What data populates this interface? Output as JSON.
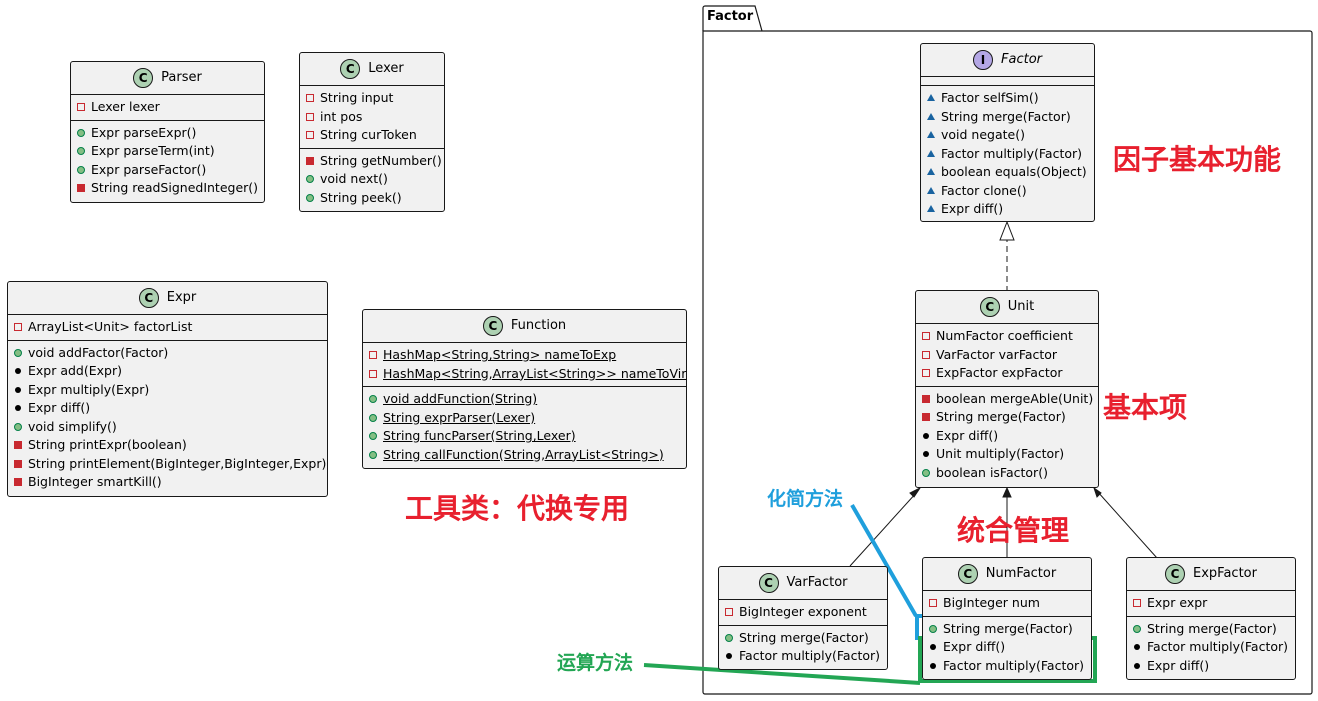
{
  "package": {
    "name": "Factor"
  },
  "classes": {
    "parser": {
      "name": "Parser",
      "fields": [
        "Lexer lexer"
      ],
      "methods": [
        "Expr parseExpr()",
        "Expr parseTerm(int)",
        "Expr parseFactor()",
        "String readSignedInteger()"
      ]
    },
    "lexer": {
      "name": "Lexer",
      "fields": [
        "String input",
        "int pos",
        "String curToken"
      ],
      "methods": [
        "String getNumber()",
        "void next()",
        "String peek()"
      ]
    },
    "expr": {
      "name": "Expr",
      "fields": [
        "ArrayList<Unit> factorList"
      ],
      "methods": [
        "void addFactor(Factor)",
        "Expr add(Expr)",
        "Expr multiply(Expr)",
        "Expr diff()",
        "void simplify()",
        "String printExpr(boolean)",
        "String printElement(BigInteger,BigInteger,Expr)",
        "BigInteger smartKill()"
      ]
    },
    "function": {
      "name": "Function",
      "fields": [
        "HashMap<String,String> nameToExp",
        "HashMap<String,ArrayList<String>> nameToVir"
      ],
      "methods": [
        "void addFunction(String)",
        "String exprParser(Lexer)",
        "String funcParser(String,Lexer)",
        "String callFunction(String,ArrayList<String>)"
      ]
    },
    "factor": {
      "name": "Factor",
      "methods": [
        "Factor selfSim()",
        "String merge(Factor)",
        "void negate()",
        "Factor multiply(Factor)",
        "boolean equals(Object)",
        "Factor clone()",
        "Expr diff()"
      ]
    },
    "unit": {
      "name": "Unit",
      "fields": [
        "NumFactor coefficient",
        "VarFactor varFactor",
        "ExpFactor expFactor"
      ],
      "methods": [
        "boolean mergeAble(Unit)",
        "String merge(Factor)",
        "Expr diff()",
        "Unit multiply(Factor)",
        "boolean isFactor()"
      ]
    },
    "varfactor": {
      "name": "VarFactor",
      "fields": [
        "BigInteger exponent"
      ],
      "methods": [
        "String merge(Factor)",
        "Factor multiply(Factor)"
      ]
    },
    "numfactor": {
      "name": "NumFactor",
      "fields": [
        "BigInteger num"
      ],
      "methods": [
        "String merge(Factor)",
        "Expr diff()",
        "Factor multiply(Factor)"
      ]
    },
    "expfactor": {
      "name": "ExpFactor",
      "fields": [
        "Expr expr"
      ],
      "methods": [
        "String merge(Factor)",
        "Factor multiply(Factor)",
        "Expr diff()"
      ]
    }
  },
  "annotations": {
    "factor_basic": "因子基本功能",
    "basic_term": "基本项",
    "unified_mgmt": "统合管理",
    "simplify_method": "化简方法",
    "operation_method": "运算方法",
    "tool_class": "工具类：代换专用"
  },
  "colors": {
    "red_note": "#e8202e",
    "blue_note": "#1f9fdc",
    "green_note": "#23a654"
  }
}
